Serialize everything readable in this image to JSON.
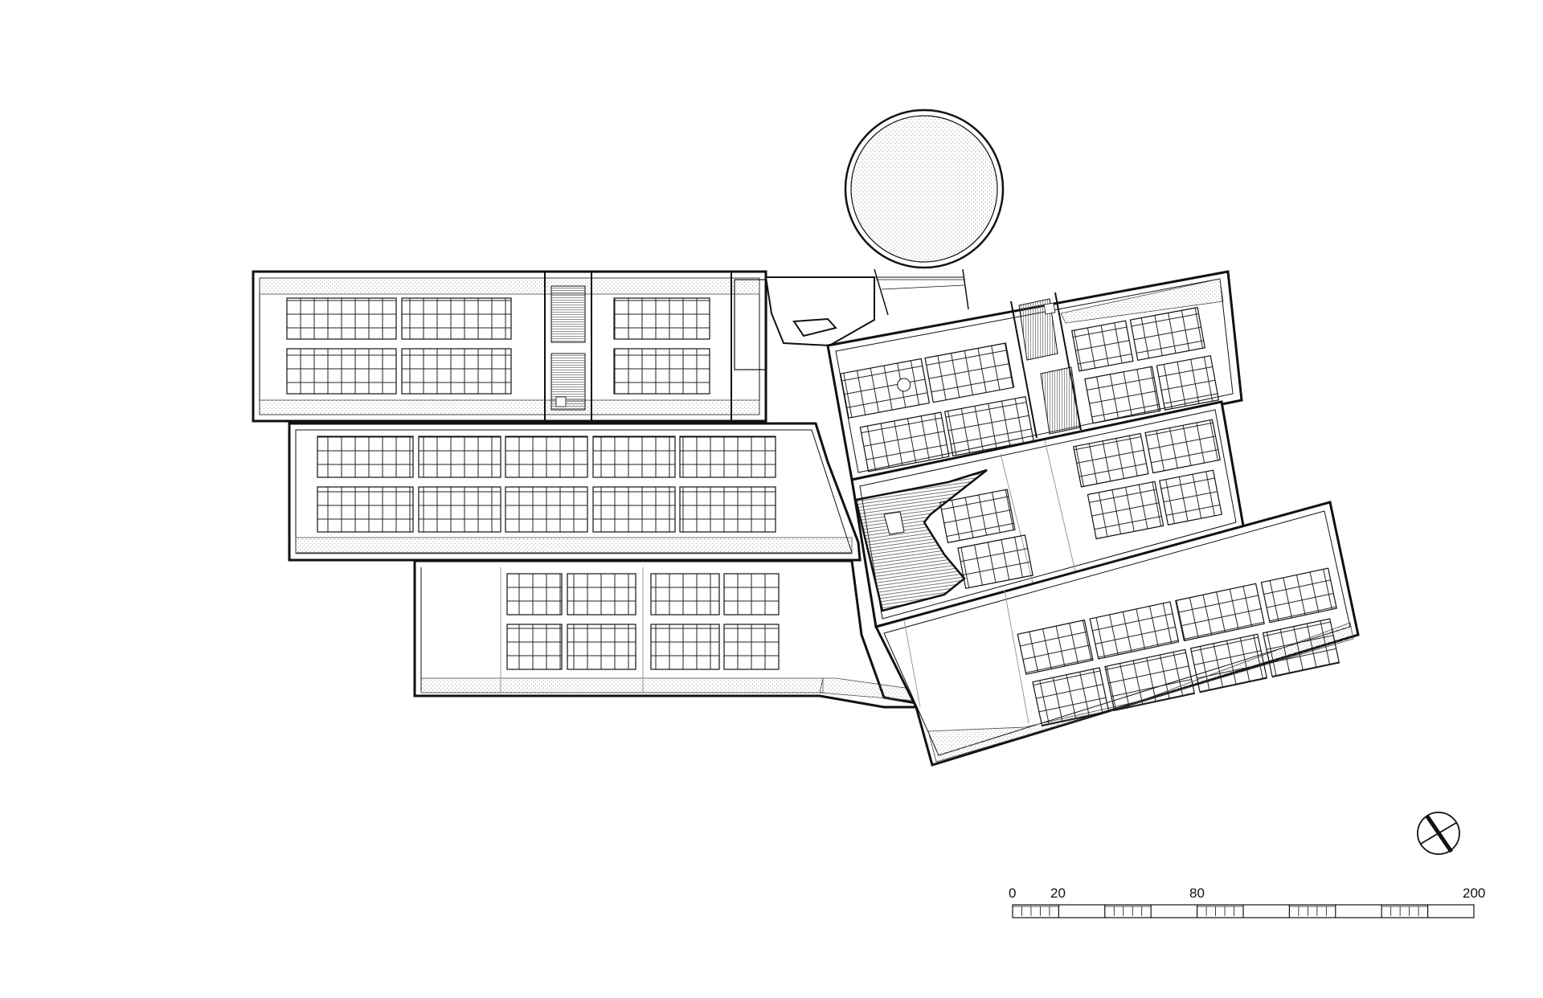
{
  "drawing": {
    "type": "architectural roof plan",
    "colors": {
      "line": "#111111",
      "stipple": "#888888",
      "hatch": "#555555",
      "background": "#ffffff"
    },
    "elements": [
      "roof-blocks",
      "solar-panel-arrays",
      "circular-tower",
      "skylights",
      "gravel-borders"
    ]
  },
  "north_arrow": {
    "icon": "north-arrow-icon"
  },
  "scale_bar": {
    "labels": [
      "0",
      "20",
      "80",
      "200"
    ],
    "values": [
      0,
      20,
      80,
      200
    ]
  }
}
